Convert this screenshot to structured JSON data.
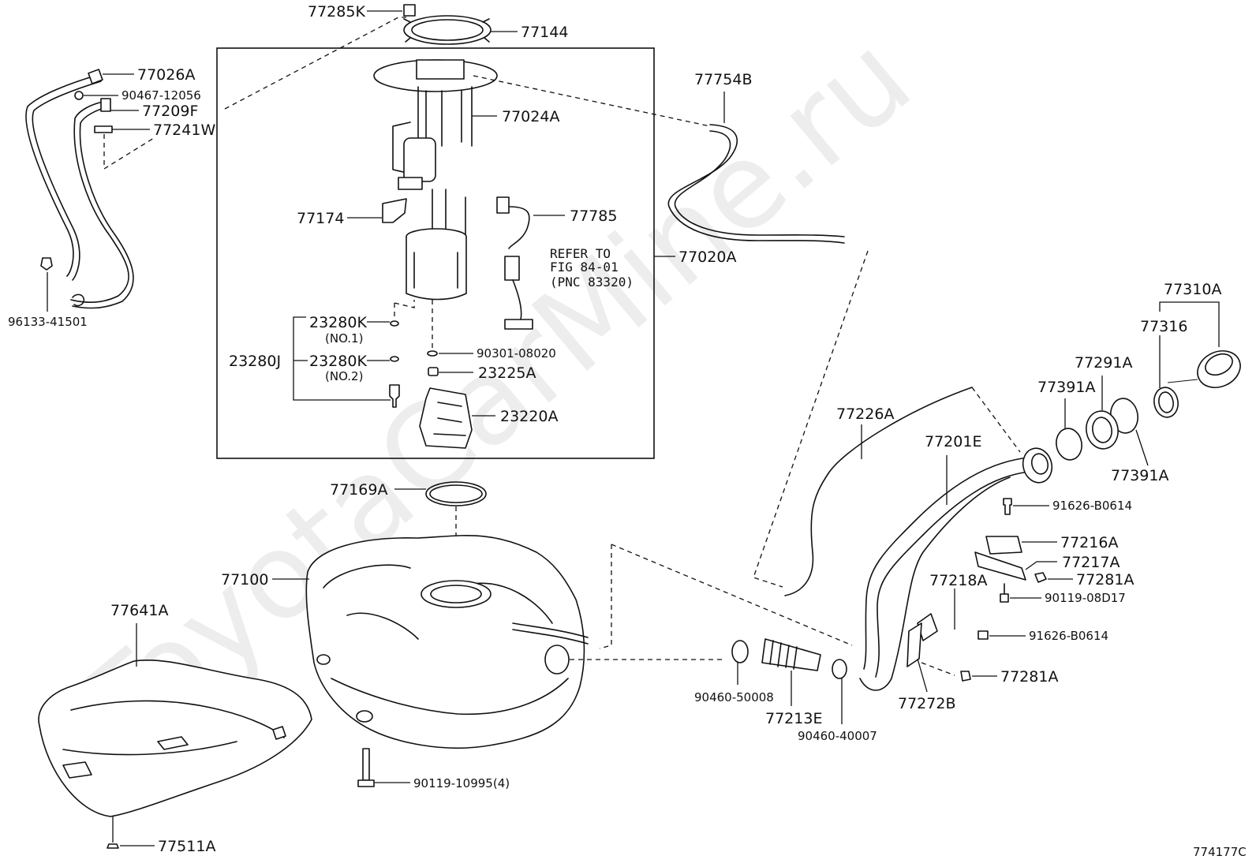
{
  "watermark": "ToyotaCarMine.ru",
  "figure_id": "774177C",
  "labels": {
    "p77285K": "77285K",
    "p77144": "77144",
    "p77026A": "77026A",
    "p90467": "90467-12056",
    "p77209F": "77209F",
    "p77241W": "77241W",
    "p96133": "96133-41501",
    "p77024A": "77024A",
    "p77754B": "77754B",
    "p77174": "77174",
    "p77785": "77785",
    "refer1": "REFER TO",
    "refer2": "FIG 84-01",
    "refer3": "(PNC 83320)",
    "p77020A": "77020A",
    "p23280K1": "23280K",
    "no1": "(NO.1)",
    "p23280J": "23280J",
    "p23280K2": "23280K",
    "no2": "(NO.2)",
    "p90301": "90301-08020",
    "p23225A": "23225A",
    "p23220A": "23220A",
    "p77310A": "77310A",
    "p77316": "77316",
    "p77291A": "77291A",
    "p77391A_top": "77391A",
    "p77391A_bot": "77391A",
    "p77226A": "77226A",
    "p77201E": "77201E",
    "p91626_top": "91626-B0614",
    "p77216A": "77216A",
    "p77217A": "77217A",
    "p77281A_top": "77281A",
    "p77218A": "77218A",
    "p90119_08D17": "90119-08D17",
    "p91626_bot": "91626-B0614",
    "p77281A_bot": "77281A",
    "p77272B": "77272B",
    "p77169A": "77169A",
    "p77100": "77100",
    "p77641A": "77641A",
    "p77511A": "77511A",
    "p90119_10995": "90119-10995(4)",
    "p90460_50008": "90460-50008",
    "p77213E": "77213E",
    "p90460_40007": "90460-40007"
  }
}
